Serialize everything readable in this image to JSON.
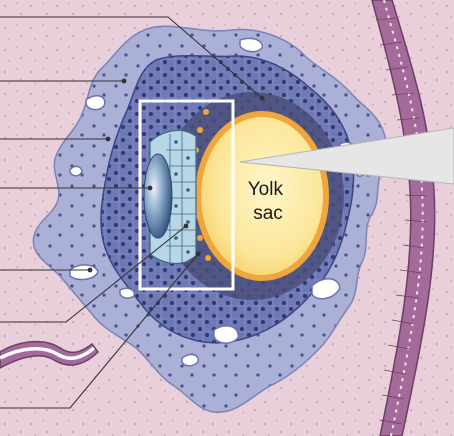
{
  "diagram": {
    "structure_label": "Yolk sac",
    "structure_label_lines": [
      "Yolk",
      "sac"
    ],
    "colors": {
      "endometrium": "#e9cfd9",
      "endometrium_speckle": "#c8a9b7",
      "syncytiotrophoblast": "#aab0d6",
      "cytotrophoblast": "#6f79b4",
      "cell_dark": "#2f3a78",
      "lacuna": "#ffffff",
      "epithelium": "#a46a9a",
      "epithelium_dark": "#6c3f67",
      "yolk": "#fbe69a",
      "yolk_border": "#f0a63c",
      "amnion_cells": "#b9d6e6",
      "amniotic_cavity": "#5a7fa6",
      "frame": "#ffffff",
      "leader": "#333333",
      "zoom_wedge": "#e6e6e6"
    },
    "icons": [
      "leader-line",
      "zoom-callout-wedge",
      "highlight-frame"
    ]
  }
}
